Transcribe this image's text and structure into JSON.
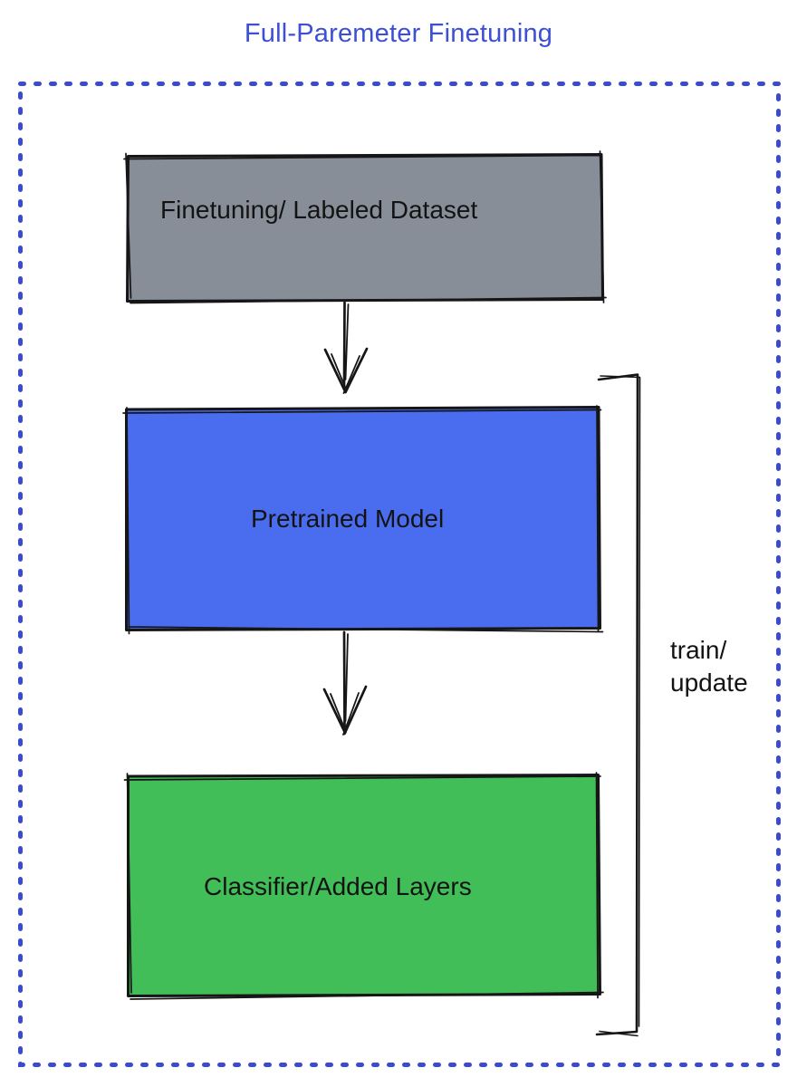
{
  "title": {
    "text": "Full-Paremeter Finetuning",
    "color": "#3D4FD3"
  },
  "frame": {
    "border_color": "#3A4BCD",
    "border_style": "dotted"
  },
  "boxes": [
    {
      "label": "Finetuning/ Labeled Dataset",
      "fill": "#878E98"
    },
    {
      "label": "Pretrained Model",
      "fill": "#4A6DEF"
    },
    {
      "label": "Classifier/Added Layers",
      "fill": "#41BE58"
    }
  ],
  "arrows": [
    {
      "from": "Finetuning/ Labeled Dataset",
      "to": "Pretrained Model"
    },
    {
      "from": "Pretrained Model",
      "to": "Classifier/Added Layers"
    }
  ],
  "bracket": {
    "label_line1": "train/",
    "label_line2": "update",
    "ink_color": "#161616"
  }
}
